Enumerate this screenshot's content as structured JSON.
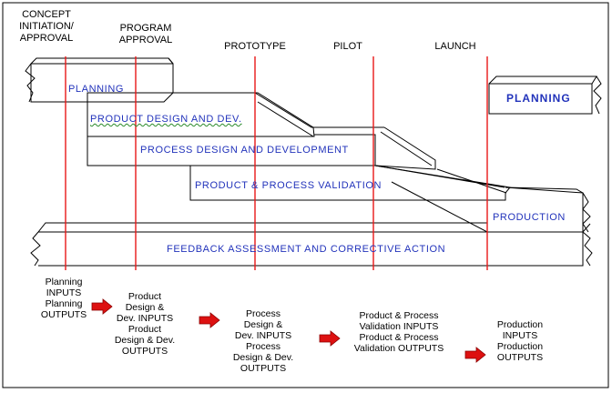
{
  "milestones": [
    {
      "id": "concept",
      "text": "CONCEPT\nINITIATION/\nAPPROVAL"
    },
    {
      "id": "program",
      "text": "PROGRAM\nAPPROVAL"
    },
    {
      "id": "prototype",
      "text": "PROTOTYPE"
    },
    {
      "id": "pilot",
      "text": "PILOT"
    },
    {
      "id": "launch",
      "text": "LAUNCH"
    }
  ],
  "phases": {
    "planning": "PLANNING",
    "product_design": "PRODUCT DESIGN AND DEV.",
    "process_design": "PROCESS DESIGN AND DEVELOPMENT",
    "validation": "PRODUCT & PROCESS VALIDATION",
    "production": "PRODUCTION",
    "feedback": "FEEDBACK ASSESSMENT AND CORRECTIVE ACTION",
    "planning_right": "PLANNING"
  },
  "io_blocks": [
    {
      "id": "planning",
      "text": "Planning\nINPUTS\nPlanning\nOUTPUTS"
    },
    {
      "id": "product-design",
      "text": "Product\nDesign &\nDev. INPUTS\nProduct\nDesign & Dev.\nOUTPUTS"
    },
    {
      "id": "process-design",
      "text": "Process\nDesign &\nDev. INPUTS\nProcess\nDesign & Dev.\nOUTPUTS"
    },
    {
      "id": "validation",
      "text": "Product & Process\nValidation INPUTS\nProduct & Process\nValidation OUTPUTS"
    },
    {
      "id": "production",
      "text": "Production\nINPUTS\nProduction\nOUTPUTS"
    }
  ],
  "colors": {
    "milestone_line": "#e81818",
    "label_blue": "#2233bb",
    "arrow_red": "#dd1111",
    "outline": "#000000",
    "wavy_underline": "#2a8a2a"
  }
}
